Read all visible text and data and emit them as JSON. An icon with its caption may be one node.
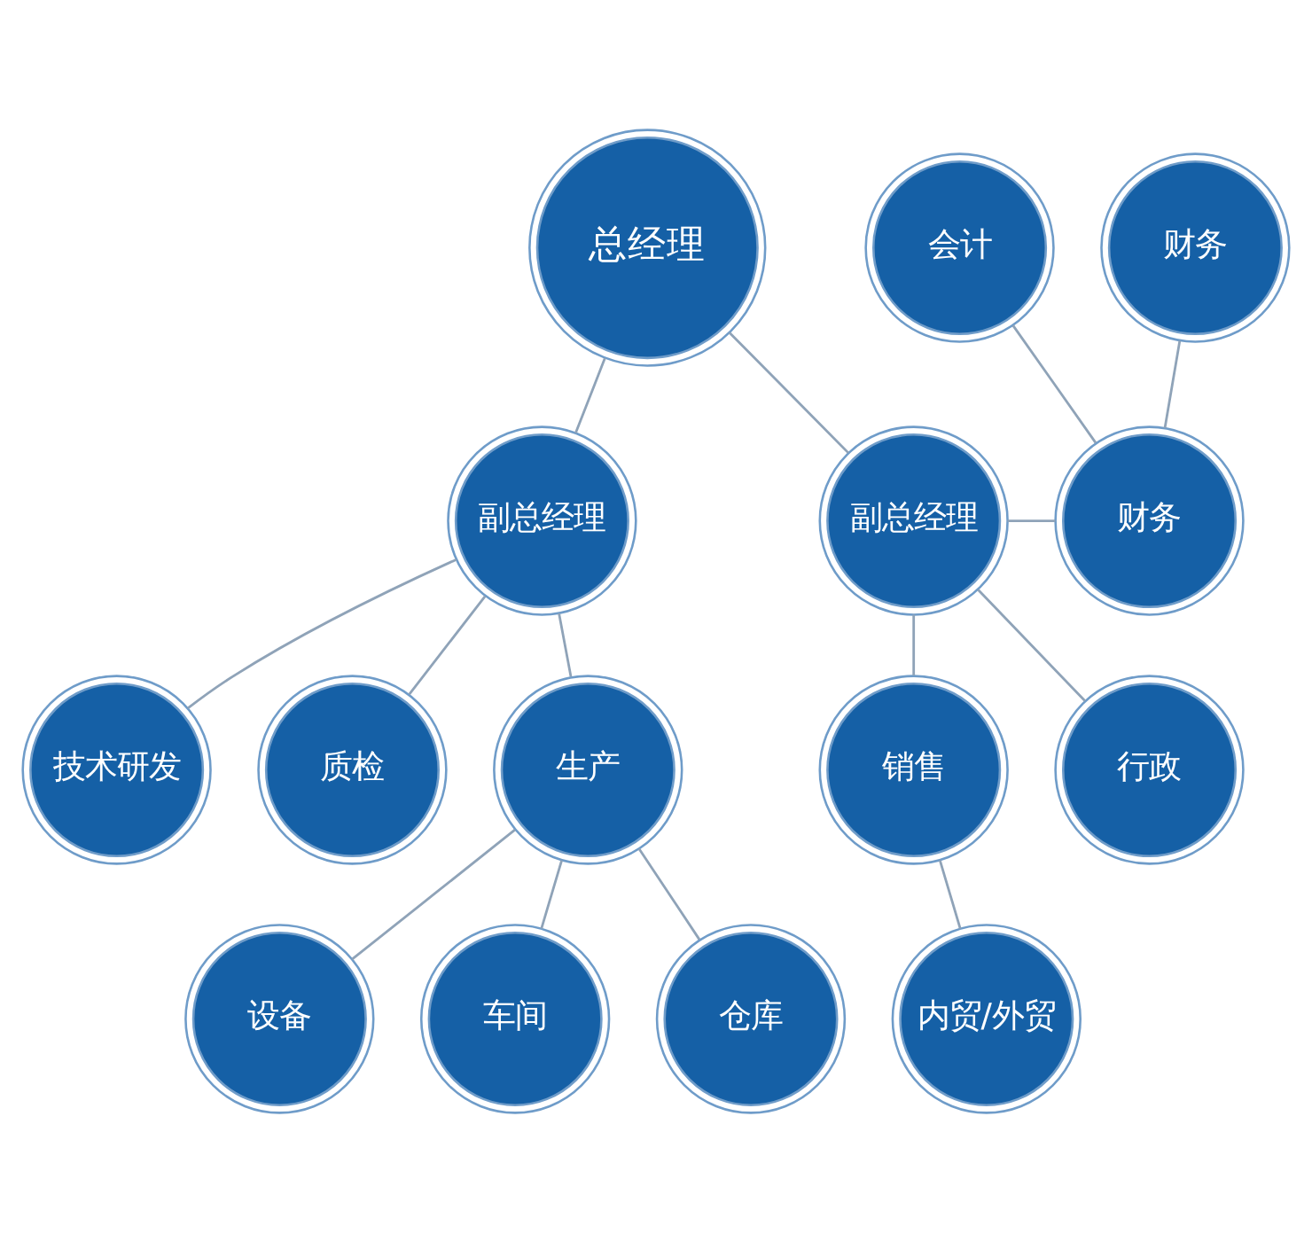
{
  "diagram": {
    "nodes": [
      {
        "text": [
          "总经理"
        ]
      },
      {
        "text": [
          "副总经理"
        ]
      },
      {
        "text": [
          "副总经理"
        ]
      },
      {
        "text": [
          "技术研发"
        ]
      },
      {
        "text": [
          "质检"
        ]
      },
      {
        "text": [
          "生产"
        ]
      },
      {
        "text": [
          "设备"
        ]
      },
      {
        "text": [
          "车间"
        ]
      },
      {
        "text": [
          "仓库"
        ]
      },
      {
        "text": [
          "销售"
        ]
      },
      {
        "text": [
          "内贸/外贸"
        ]
      },
      {
        "text": [
          "行政"
        ]
      },
      {
        "text": [
          "财务"
        ]
      },
      {
        "text": [
          "会计"
        ]
      },
      {
        "text": [
          "财务"
        ]
      }
    ],
    "edges": [
      {
        "from": 0,
        "to": 1,
        "arrow": "none"
      },
      {
        "from": 0,
        "to": 2,
        "arrow": "none"
      },
      {
        "from": 1,
        "to": 3,
        "arrow": "none"
      },
      {
        "from": 1,
        "to": 4,
        "arrow": "none"
      },
      {
        "from": 1,
        "to": 5,
        "arrow": "none"
      },
      {
        "from": 5,
        "to": 6,
        "arrow": "none"
      },
      {
        "from": 5,
        "to": 7,
        "arrow": "none"
      },
      {
        "from": 5,
        "to": 8,
        "arrow": "none"
      },
      {
        "from": 2,
        "to": 9,
        "arrow": "none"
      },
      {
        "from": 2,
        "to": 11,
        "arrow": "none"
      },
      {
        "from": 2,
        "to": 12,
        "arrow": "none"
      },
      {
        "from": 9,
        "to": 10,
        "arrow": "none"
      },
      {
        "from": 12,
        "to": 13,
        "arrow": "none"
      },
      {
        "from": 12,
        "to": 14,
        "arrow": "none"
      }
    ]
  }
}
